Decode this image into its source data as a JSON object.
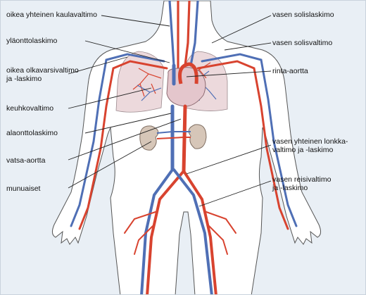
{
  "labels_left": {
    "carotid": "oikea yhteinen kaulavaltimo",
    "svc": "yläonttolaskimo",
    "subclavian_right_1": "oikea olkavarsivaltimo",
    "subclavian_right_2": "ja -laskimo",
    "pulmonary": "keuhkovaltimo",
    "ivc": "alaonttolaskimo",
    "abdominal_aorta": "vatsa-aortta",
    "kidneys": "munuaiset"
  },
  "labels_right": {
    "left_subclavian_vein": "vasen solislaskimo",
    "left_subclavian_artery": "vasen solisvaltimo",
    "thoracic_aorta": "rinta-aortta",
    "iliac_1": "vasen yhteinen lonkka-",
    "iliac_2": "valtimo ja -laskimo",
    "femoral_1": "vasen reisivaltimo",
    "femoral_2": "ja -laskimo"
  },
  "colors": {
    "background": "#e9eff5",
    "body_fill": "#ffffff",
    "artery": "#d8432f",
    "vein": "#4f6fb5",
    "lung": "#ecd9dc",
    "heart": "#e4c6cc",
    "kidney": "#d6c6b8"
  }
}
